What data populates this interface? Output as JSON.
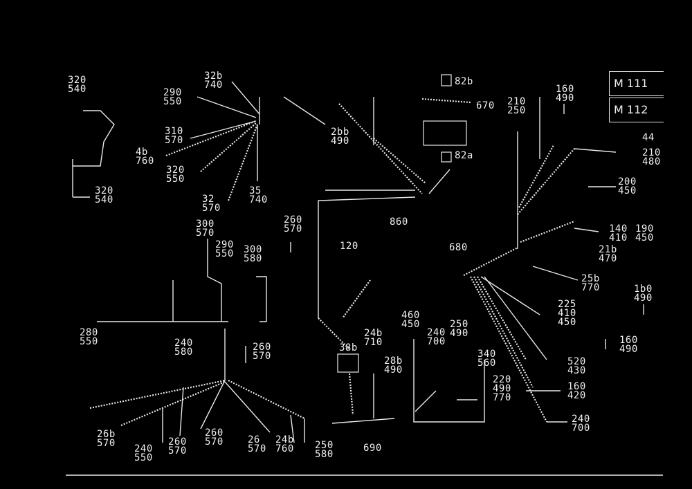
{
  "legend": {
    "codes": [
      "M 111",
      "M 112"
    ]
  },
  "labels": [
    {
      "id": "l-320-540-a",
      "text": "320\n540"
    },
    {
      "id": "l-320-540-b",
      "text": "320\n540"
    },
    {
      "id": "l-290-550",
      "text": "290\n550"
    },
    {
      "id": "l-32b-740",
      "text": "32b\n740"
    },
    {
      "id": "l-310-570",
      "text": "310\n570"
    },
    {
      "id": "l-4b-760",
      "text": "4b\n760"
    },
    {
      "id": "l-320-550",
      "text": "320\n550"
    },
    {
      "id": "l-32-570",
      "text": "32\n570"
    },
    {
      "id": "l-35-740",
      "text": "35\n740"
    },
    {
      "id": "l-300-570",
      "text": "300\n570"
    },
    {
      "id": "l-290-550-b",
      "text": "290\n550"
    },
    {
      "id": "l-300-580",
      "text": "300\n580"
    },
    {
      "id": "l-260-570-a",
      "text": "260\n570"
    },
    {
      "id": "l-120",
      "text": "120"
    },
    {
      "id": "l-280-550",
      "text": "280\n550"
    },
    {
      "id": "l-240-580",
      "text": "240\n580"
    },
    {
      "id": "l-260-570-b",
      "text": "260\n570"
    },
    {
      "id": "l-26b-570",
      "text": "26b\n570"
    },
    {
      "id": "l-240-550",
      "text": "240\n550"
    },
    {
      "id": "l-260-570-c",
      "text": "260\n570"
    },
    {
      "id": "l-260-570-d",
      "text": "260\n570"
    },
    {
      "id": "l-26-570",
      "text": "26\n570"
    },
    {
      "id": "l-24b-760",
      "text": "24b\n760"
    },
    {
      "id": "l-250-580",
      "text": "250\n580"
    },
    {
      "id": "l-82b",
      "text": "82b"
    },
    {
      "id": "l-670",
      "text": "670"
    },
    {
      "id": "l-82a",
      "text": "82a"
    },
    {
      "id": "l-2bb-490",
      "text": "2bb\n490"
    },
    {
      "id": "l-860",
      "text": "860"
    },
    {
      "id": "l-38b",
      "text": "38b"
    },
    {
      "id": "l-24b-710",
      "text": "24b\n710"
    },
    {
      "id": "l-28b-490",
      "text": "28b\n490"
    },
    {
      "id": "l-690",
      "text": "690"
    },
    {
      "id": "l-460-450",
      "text": "460\n450"
    },
    {
      "id": "l-240-700-a",
      "text": "240\n700"
    },
    {
      "id": "l-250-490",
      "text": "250\n490"
    },
    {
      "id": "l-340-560",
      "text": "340\n560"
    },
    {
      "id": "l-220-490-770",
      "text": "220\n490\n770"
    },
    {
      "id": "l-680",
      "text": "680"
    },
    {
      "id": "l-210-250",
      "text": "210\n250"
    },
    {
      "id": "l-160-490",
      "text": "160\n490"
    },
    {
      "id": "l-44",
      "text": "44"
    },
    {
      "id": "l-210-480",
      "text": "210\n480"
    },
    {
      "id": "l-200-450",
      "text": "200\n450"
    },
    {
      "id": "l-140-410",
      "text": "140\n410"
    },
    {
      "id": "l-190-450",
      "text": "190\n450"
    },
    {
      "id": "l-21b-470",
      "text": "21b\n470"
    },
    {
      "id": "l-25b-770",
      "text": "25b\n770"
    },
    {
      "id": "l-1b0-490",
      "text": "1b0\n490"
    },
    {
      "id": "l-225-410-450",
      "text": "225\n410\n450"
    },
    {
      "id": "l-160-490-b",
      "text": "160\n490"
    },
    {
      "id": "l-520-430",
      "text": "520\n430"
    },
    {
      "id": "l-160-420",
      "text": "160\n420"
    },
    {
      "id": "l-240-700-b",
      "text": "240\n700"
    }
  ]
}
